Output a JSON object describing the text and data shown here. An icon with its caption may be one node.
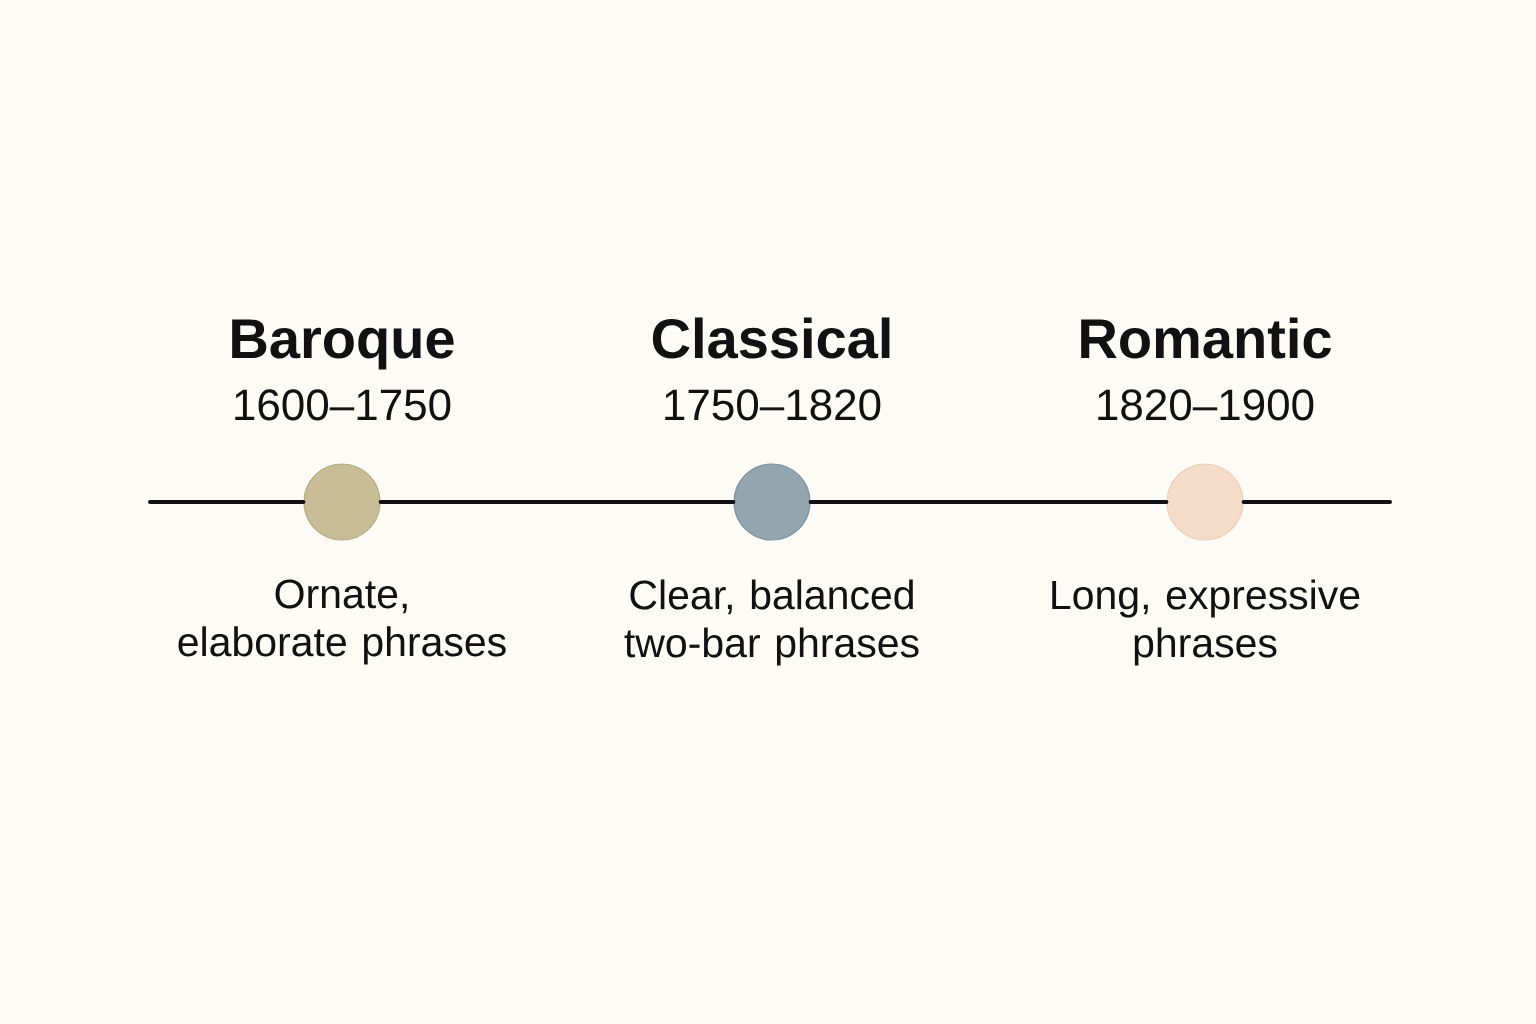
{
  "diagram": {
    "nodes": [
      {
        "text": [],
        "shape": "circle",
        "beside": [
          "Baroque",
          "1600–1750",
          "Ornate, elaborate phrases"
        ]
      },
      {
        "text": [],
        "shape": "circle",
        "beside": [
          "Classical",
          "1750–1820",
          "Clear, balanced two-bar phrases"
        ]
      },
      {
        "text": [],
        "shape": "circle",
        "beside": [
          "Romantic",
          "1820–1900",
          "Long, expressive phrases"
        ]
      }
    ],
    "edges": [
      {
        "from": null,
        "to": 0,
        "arrow": "none"
      },
      {
        "from": 0,
        "to": 1,
        "arrow": "none"
      },
      {
        "from": 1,
        "to": 2,
        "arrow": "none"
      },
      {
        "from": 2,
        "to": null,
        "arrow": "none"
      }
    ]
  }
}
